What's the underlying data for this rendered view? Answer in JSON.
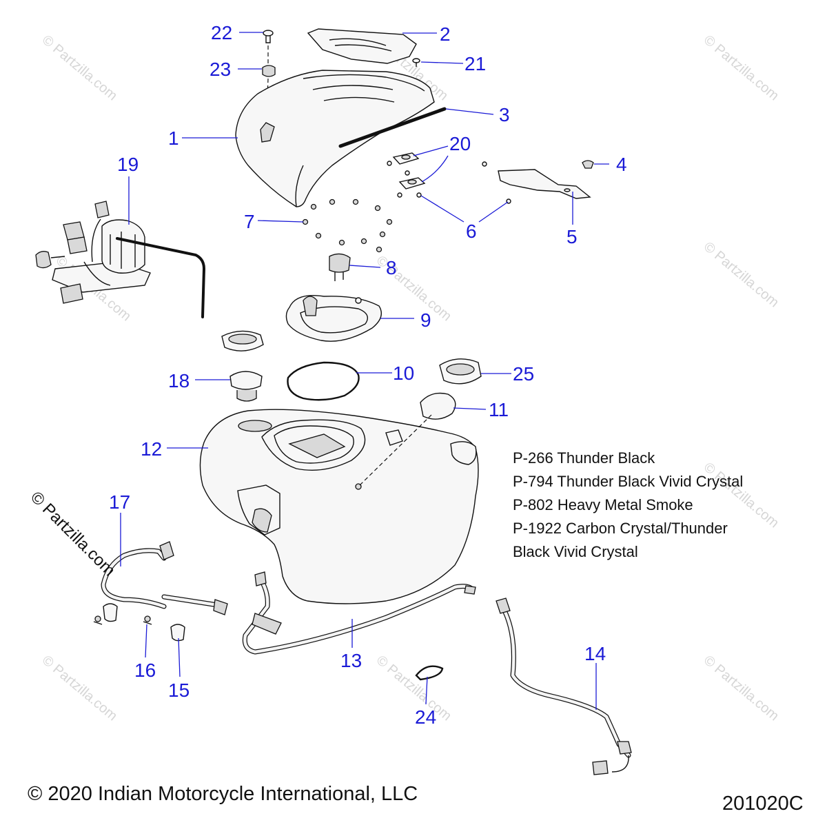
{
  "watermark": {
    "text": "© Partzilla.com",
    "side_text": "© Partzilla.com"
  },
  "callouts": [
    {
      "id": "22",
      "label": "22"
    },
    {
      "id": "2",
      "label": "2"
    },
    {
      "id": "23",
      "label": "23"
    },
    {
      "id": "21",
      "label": "21"
    },
    {
      "id": "1",
      "label": "1"
    },
    {
      "id": "3",
      "label": "3"
    },
    {
      "id": "19",
      "label": "19"
    },
    {
      "id": "20",
      "label": "20"
    },
    {
      "id": "4",
      "label": "4"
    },
    {
      "id": "7",
      "label": "7"
    },
    {
      "id": "6",
      "label": "6"
    },
    {
      "id": "5",
      "label": "5"
    },
    {
      "id": "8",
      "label": "8"
    },
    {
      "id": "9",
      "label": "9"
    },
    {
      "id": "10",
      "label": "10"
    },
    {
      "id": "25",
      "label": "25"
    },
    {
      "id": "18",
      "label": "18"
    },
    {
      "id": "11",
      "label": "11"
    },
    {
      "id": "12",
      "label": "12"
    },
    {
      "id": "17",
      "label": "17"
    },
    {
      "id": "13",
      "label": "13"
    },
    {
      "id": "14",
      "label": "14"
    },
    {
      "id": "16",
      "label": "16"
    },
    {
      "id": "15",
      "label": "15"
    },
    {
      "id": "24",
      "label": "24"
    }
  ],
  "color_notes": [
    "P-266 Thunder Black",
    "P-794 Thunder Black Vivid Crystal",
    "P-802 Heavy Metal Smoke",
    "P-1922 Carbon Crystal/Thunder",
    "Black Vivid Crystal"
  ],
  "footer": {
    "copyright": "© 2020 Indian Motorcycle International, LLC",
    "figure_code": "201020C"
  },
  "colors": {
    "callout": "#1a1ad6",
    "line_art": "#111111",
    "watermark": "#d6d6d6"
  }
}
